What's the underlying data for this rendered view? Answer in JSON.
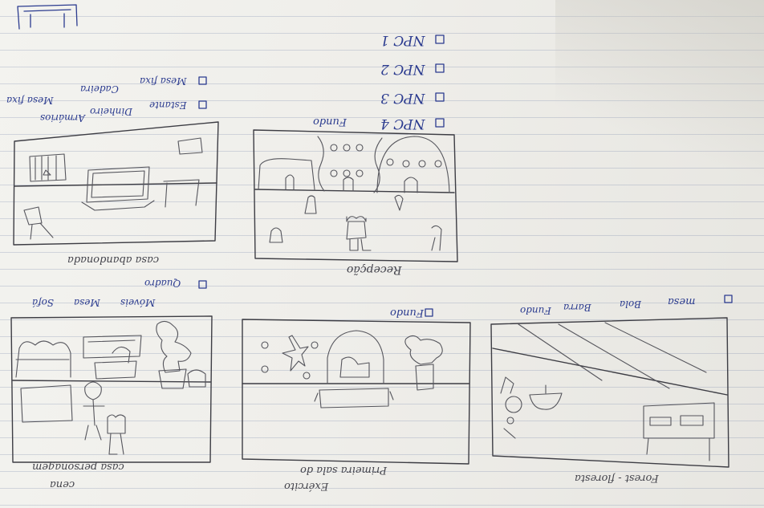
{
  "sheet": {
    "npc_list": [
      "NPC 1",
      "NPC 2",
      "NPC 3",
      "NPC 4"
    ],
    "npc_extra": "Fundo",
    "room1": {
      "label": "casa abandonada",
      "notes": [
        "Mesa fixa",
        "Cadeira",
        "Mesa fixa",
        "Estante",
        "Dinheiro",
        "Armários"
      ]
    },
    "room2": {
      "label": "Recepção",
      "notes": [
        "Fundo"
      ]
    },
    "room3": {
      "label": "casa personagem",
      "label2": "cena",
      "notes": [
        "Quadro",
        "Móveis",
        "Mesa",
        "Sofá"
      ]
    },
    "room4": {
      "label": "Primeira sala do",
      "label2": "Exército",
      "notes": [
        "Fundo"
      ]
    },
    "room5": {
      "label": "Forest - floresta",
      "notes": [
        "mesa",
        "Bola",
        "Barra",
        "Fundo"
      ]
    }
  }
}
